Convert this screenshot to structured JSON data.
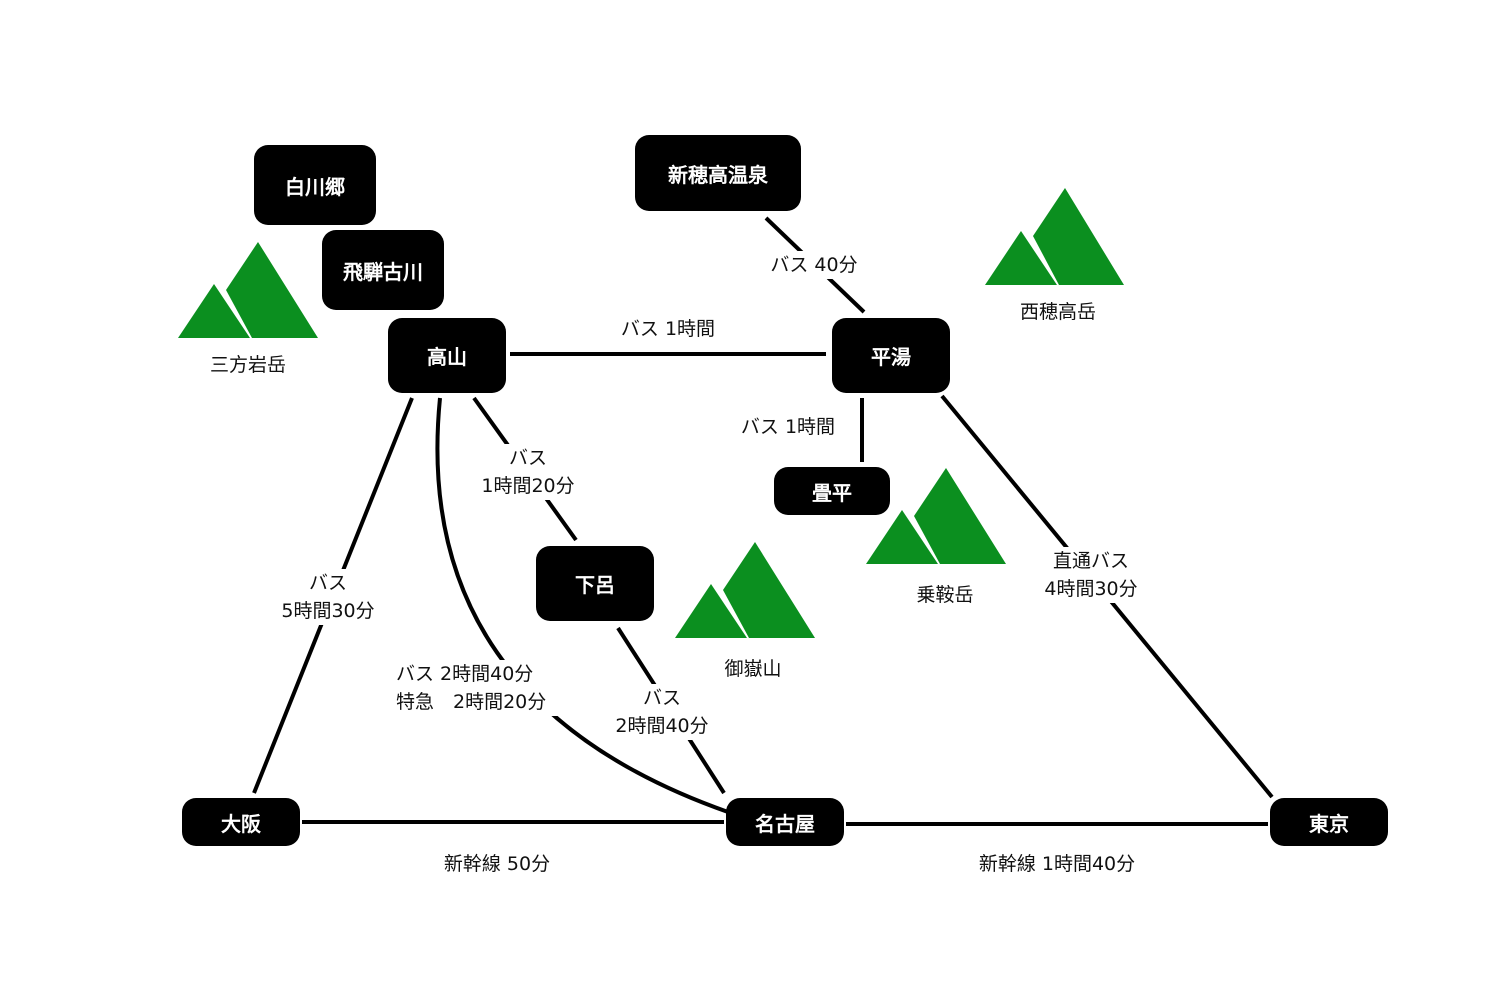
{
  "colors": {
    "node_bg": "#000000",
    "node_text": "#ffffff",
    "line": "#000000",
    "mountain": "#0b8f1f"
  },
  "nodes": {
    "shirakawago": "白川郷",
    "hida_furukawa": "飛騨古川",
    "takayama": "高山",
    "shinhotaka": "新穂高温泉",
    "hirayu": "平湯",
    "tatamidaira": "畳平",
    "gero": "下呂",
    "osaka": "大阪",
    "nagoya": "名古屋",
    "tokyo": "東京"
  },
  "mountains": {
    "sanpoiwadake": "三方岩岳",
    "nishihotakadake": "西穂高岳",
    "norikuradake": "乗鞍岳",
    "ontakesan": "御嶽山"
  },
  "routes": {
    "takayama_hirayu": "バス 1時間",
    "shinhotaka_hirayu": "バス 40分",
    "hirayu_tatamidaira": "バス 1時間",
    "takayama_gero_1": "バス",
    "takayama_gero_2": "1時間20分",
    "takayama_osaka_1": "バス",
    "takayama_osaka_2": "5時間30分",
    "takayama_nagoya_1": "バス 2時間40分",
    "takayama_nagoya_2": "特急　2時間20分",
    "gero_nagoya_1": "バス",
    "gero_nagoya_2": "2時間40分",
    "hirayu_tokyo_1": "直通バス",
    "hirayu_tokyo_2": "4時間30分",
    "osaka_nagoya": "新幹線 50分",
    "nagoya_tokyo": "新幹線 1時間40分"
  }
}
